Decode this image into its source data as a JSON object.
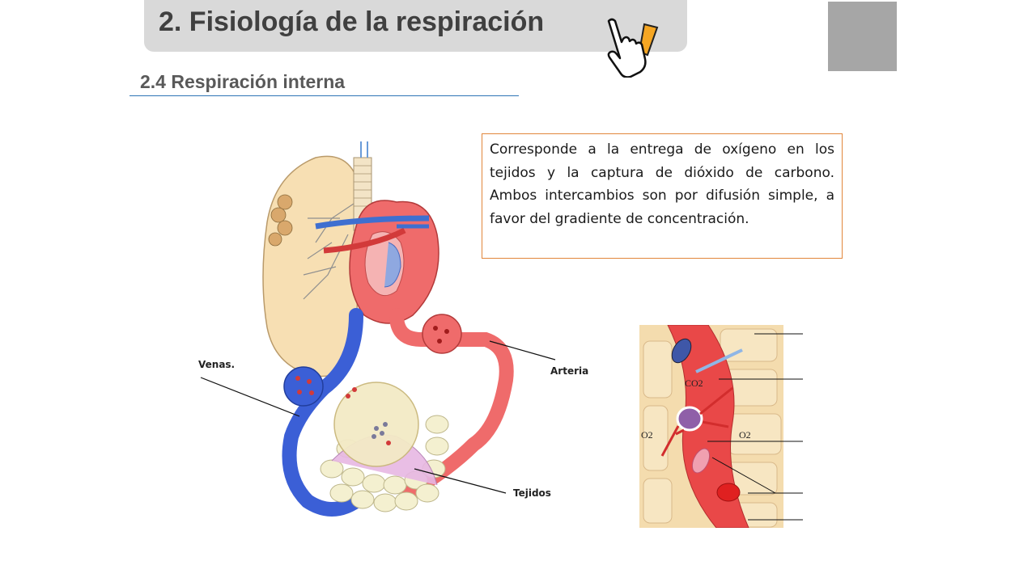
{
  "header": {
    "title": "2. Fisiología de la respiración",
    "hand_icon": "pointing-hand-exclamation-icon",
    "accent_square_color": "#a6a6a6"
  },
  "section": {
    "subtitle": "2.4 Respiración interna"
  },
  "description": {
    "text": "Corresponde a la entrega de oxígeno en los tejidos y la captura de dióxido de carbono. Ambos intercambios son por difusión simple, a favor del gradiente de concentración."
  },
  "circulation_diagram": {
    "labels": {
      "venas": "Venas.",
      "arteria": "Arteria",
      "tejidos": "Tejidos"
    }
  },
  "capillary_diagram": {
    "labels": {
      "co2": "CO2",
      "o2_left": "O2",
      "o2_right": "O2"
    }
  }
}
